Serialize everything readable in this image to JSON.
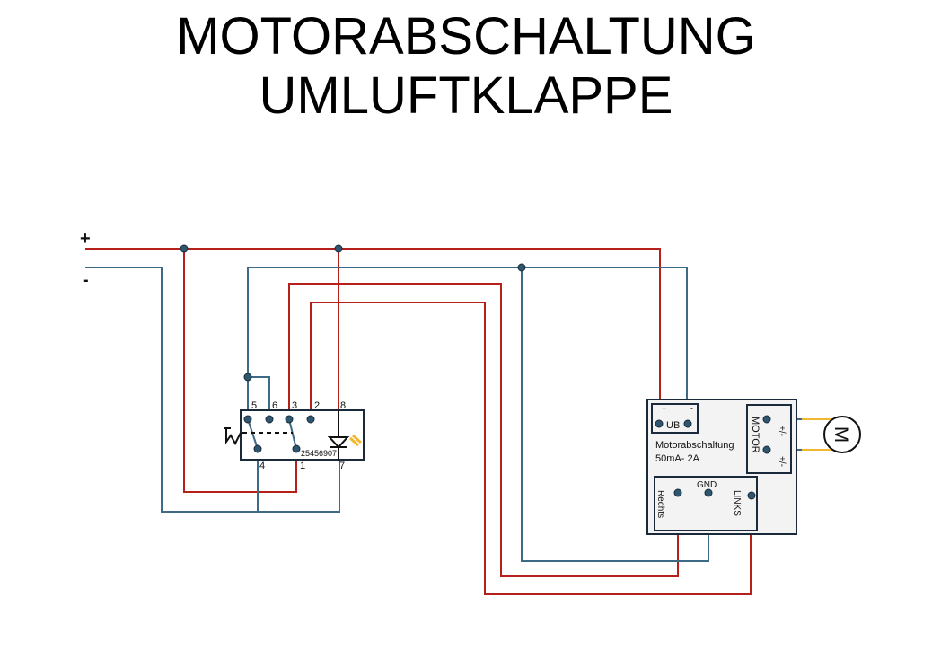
{
  "title": {
    "line1": "MOTORABSCHALTUNG",
    "line2": "UMLUFTKLAPPE"
  },
  "supply": {
    "plus": "+",
    "minus": "-"
  },
  "switch": {
    "pins": [
      "5",
      "6",
      "3",
      "2",
      "8",
      "4",
      "1",
      "7"
    ],
    "part_number": "25456907"
  },
  "module": {
    "name": "Motorabschaltung",
    "rating": "50mA- 2A",
    "ub_label": "UB",
    "ub_plus": "+",
    "ub_minus": "-",
    "motor_label": "MOTOR",
    "motor_pin1": "+/-",
    "motor_pin2": "+/-",
    "gnd": "GND",
    "rechts": "Rechts",
    "links": "LINKS"
  },
  "motor": {
    "symbol": "M"
  },
  "colors": {
    "positive": "#b5201b",
    "negative": "#3e6a85",
    "motor_wire": "#f0b830"
  }
}
